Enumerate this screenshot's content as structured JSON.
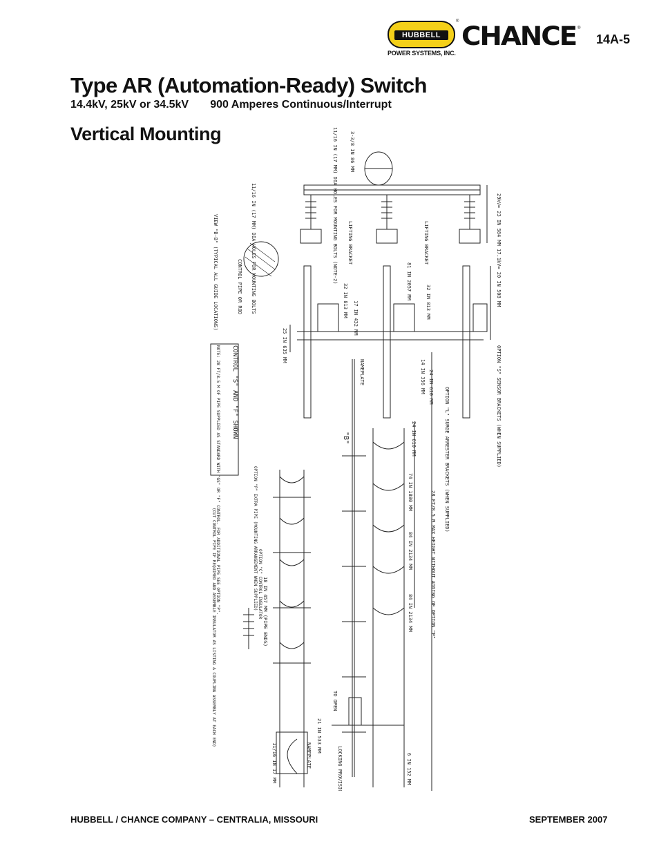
{
  "header": {
    "brand_hubbell": "HUBBELL",
    "brand_hubbell_sub": "POWER SYSTEMS, INC.",
    "brand_chance": "CHANCE",
    "registered": "®",
    "page_number": "14A-5"
  },
  "title": "Type AR (Automation-Ready) Switch",
  "subtitle": "14.4kV, 25kV or 34.5kV       900 Amperes Continuous/Interrupt",
  "section_title": "Vertical Mounting",
  "drawing": {
    "labels": {
      "dia_holes_top": "11/16 IN (17 MM) DIA HOLES FOR MOUNTING BOLTS (NOTE-2)",
      "dim_3_3_8": "3-3/8 IN 86 MM",
      "dia_holes_left": "11/16 IN (17 MM) DIA HOLES FOR MOUNTING BOLTS",
      "view_bb": "VIEW \"B-B\" (TYPICAL ALL GUIDE LOCATIONS)",
      "control_rod": "CONTROL PIPE OR ROD",
      "lifting_bracket_1": "LIFTING BRACKET",
      "lifting_bracket_2": "LIFTING BRACKET",
      "phase_spacing": "29kV= 23 IN 584 MM  17.1kV= 20 IN 508 MM",
      "dim_81": "81 IN 2057 MM",
      "dim_32a": "32 IN 813 MM",
      "dim_32b": "32 IN 813 MM",
      "dim_17": "17 IN 432 MM",
      "dim_25": "25 IN 635 MM",
      "option_s": "OPTION \"S\" SENSOR BRACKETS (WHEN SUPPLIED)",
      "nameplate_1": "NAMEPLATE",
      "dim_14": "14 IN 356 MM",
      "dim_24a": "24 IN 610 MM",
      "option_l": "OPTION \"L\" SURGE ARRESTER BRACKETS (WHEN SUPPLIED)",
      "dim_24b": "24 IN 610 MM",
      "section_b": "\"B\"",
      "control_shown": "CONTROL \"S\" AND \"F\" SHOWN",
      "note_2": "NOTE: 28 FT/8.5 M OF PIPE SUPPLIED AS STANDARD WITH \"GS\" OR \"F\" CONTROL. FOR ADDITIONAL PIPE SEE OPTION \"P\".",
      "dim_74": "74 IN 1880 MM",
      "max_height": "28 FT/8.5 M MAX HEIGHT WITHOUT ADDING OF OPTION \"P\"",
      "option_p": "OPTION \"P\" EXTRA PIPE (MOUNTING ARRANGEMENT WHEN SUPPLIED)",
      "dim_84a": "84 IN 2134 MM",
      "option_c": "OPTION \"C\" CONTROL INSULATOR",
      "cut_pipe": "(CUT CONTROL PIPE IF REQUIRED AND ASSEMBLE INSULATOR AS LISTING & COUPLING ASSEMBLY AT EACH END)",
      "dim_18": "18 IN 457 MM (PIPE ENDS)",
      "dim_84b": "84 IN 2134 MM",
      "to_open": "TO OPEN",
      "dim_21": "21 IN 533 MM",
      "locking": "LOCKING PROVISIONS FOR PADLOCK",
      "nameplate_2": "NAMEPLATE",
      "dim_11_16": "11/16 IN 17 MM",
      "dim_6": "6 IN 152 MM"
    }
  },
  "footer": {
    "company": "HUBBELL / CHANCE COMPANY – CENTRALIA, MISSOURI",
    "date": "SEPTEMBER 2007"
  }
}
